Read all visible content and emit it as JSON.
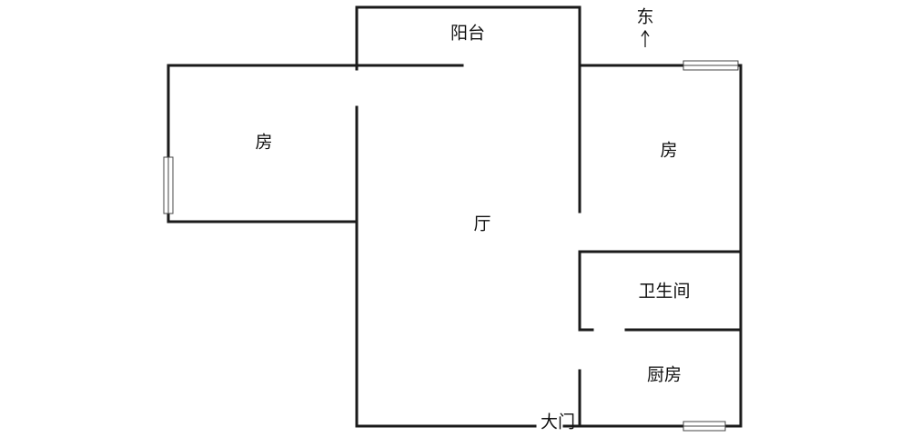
{
  "rooms": {
    "balcony": "阳台",
    "bedroom_left": "房",
    "bedroom_right": "房",
    "living_room": "厅",
    "bathroom": "卫生间",
    "kitchen": "厨房",
    "main_door": "大门"
  },
  "compass": {
    "label": "东",
    "arrow": "↑"
  }
}
